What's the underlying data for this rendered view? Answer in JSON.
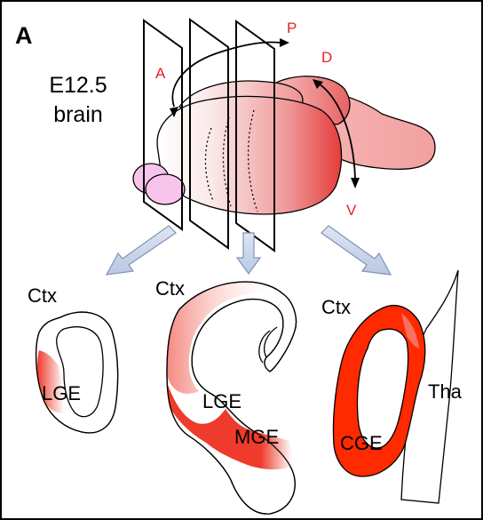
{
  "figure": {
    "panel_letter": "A",
    "stage_label_line1": "E12.5",
    "stage_label_line2": "brain",
    "axis_labels": {
      "anterior": "A",
      "posterior": "P",
      "dorsal": "D",
      "ventral": "V"
    },
    "axis_color": "#e8202a",
    "sections": [
      {
        "top_label": "Ctx",
        "inner_labels": [
          "LGE"
        ]
      },
      {
        "top_label": "Ctx",
        "inner_labels": [
          "LGE",
          "MGE"
        ]
      },
      {
        "top_label": "Ctx",
        "inner_labels": [
          "CGE",
          "Tha"
        ]
      }
    ],
    "colors": {
      "expression_red": "#ee3b2b",
      "strong_red": "#ff2a00",
      "brain_pink": "#f4a6a6",
      "olfactory_pink": "#f8c4ec",
      "arrow_blue": "#c9d6ea"
    }
  }
}
